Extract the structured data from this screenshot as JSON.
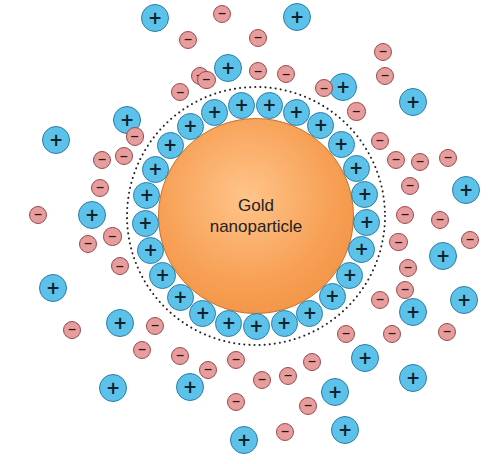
{
  "diagram": {
    "nodes": [
      {
        "text": [
          "Gold nanoparticle"
        ]
      },
      {
        "text": [
          "+"
        ]
      },
      {
        "text": [
          "+"
        ]
      },
      {
        "text": [
          "+"
        ]
      },
      {
        "text": [
          "+"
        ]
      },
      {
        "text": [
          "+"
        ]
      },
      {
        "text": [
          "+"
        ]
      },
      {
        "text": [
          "+"
        ]
      },
      {
        "text": [
          "+"
        ]
      },
      {
        "text": [
          "+"
        ]
      },
      {
        "text": [
          "+"
        ]
      },
      {
        "text": [
          "+"
        ]
      },
      {
        "text": [
          "+"
        ]
      },
      {
        "text": [
          "+"
        ]
      },
      {
        "text": [
          "+"
        ]
      },
      {
        "text": [
          "+"
        ]
      },
      {
        "text": [
          "+"
        ]
      },
      {
        "text": [
          "+"
        ]
      },
      {
        "text": [
          "+"
        ]
      },
      {
        "text": [
          "+"
        ]
      },
      {
        "text": [
          "+"
        ]
      },
      {
        "text": [
          "+"
        ]
      },
      {
        "text": [
          "+"
        ]
      },
      {
        "text": [
          "+"
        ]
      },
      {
        "text": [
          "+"
        ]
      },
      {
        "text": [
          "+"
        ]
      },
      {
        "text": [
          "+"
        ]
      },
      {
        "text": [
          "+"
        ]
      },
      {
        "text": [
          "+"
        ]
      },
      {
        "text": [
          "+"
        ]
      },
      {
        "text": [
          "+"
        ]
      },
      {
        "text": [
          "+"
        ]
      },
      {
        "text": [
          "+"
        ]
      },
      {
        "text": [
          "+"
        ]
      },
      {
        "text": [
          "+"
        ]
      },
      {
        "text": [
          "+"
        ]
      },
      {
        "text": [
          "+"
        ]
      },
      {
        "text": [
          "+"
        ]
      },
      {
        "text": [
          "+"
        ]
      },
      {
        "text": [
          "+"
        ]
      },
      {
        "text": [
          "+"
        ]
      },
      {
        "text": [
          "+"
        ]
      },
      {
        "text": [
          "+"
        ]
      },
      {
        "text": [
          "+"
        ]
      },
      {
        "text": [
          "+"
        ]
      },
      {
        "text": [
          "+"
        ]
      },
      {
        "text": [
          "+"
        ]
      },
      {
        "text": [
          "−"
        ]
      },
      {
        "text": [
          "−"
        ]
      },
      {
        "text": [
          "−"
        ]
      },
      {
        "text": [
          "−"
        ]
      },
      {
        "text": [
          "−"
        ]
      },
      {
        "text": [
          "−"
        ]
      },
      {
        "text": [
          "−"
        ]
      },
      {
        "text": [
          "−"
        ]
      },
      {
        "text": [
          "−"
        ]
      },
      {
        "text": [
          "−"
        ]
      },
      {
        "text": [
          "−"
        ]
      },
      {
        "text": [
          "−"
        ]
      },
      {
        "text": [
          "−"
        ]
      },
      {
        "text": [
          "−"
        ]
      },
      {
        "text": [
          "−"
        ]
      },
      {
        "text": [
          "−"
        ]
      },
      {
        "text": [
          "−"
        ]
      },
      {
        "text": [
          "−"
        ]
      },
      {
        "text": [
          "−"
        ]
      },
      {
        "text": [
          "−"
        ]
      },
      {
        "text": [
          "−"
        ]
      },
      {
        "text": [
          "−"
        ]
      },
      {
        "text": [
          "−"
        ]
      },
      {
        "text": [
          "−"
        ]
      },
      {
        "text": [
          "−"
        ]
      },
      {
        "text": [
          "−"
        ]
      },
      {
        "text": [
          "−"
        ]
      },
      {
        "text": [
          "−"
        ]
      },
      {
        "text": [
          "−"
        ]
      },
      {
        "text": [
          "−"
        ]
      },
      {
        "text": [
          "−"
        ]
      },
      {
        "text": [
          "−"
        ]
      },
      {
        "text": [
          "−"
        ]
      },
      {
        "text": [
          "−"
        ]
      },
      {
        "text": [
          "−"
        ]
      },
      {
        "text": [
          "−"
        ]
      },
      {
        "text": [
          "−"
        ]
      },
      {
        "text": [
          "−"
        ]
      },
      {
        "text": [
          "−"
        ]
      },
      {
        "text": [
          "−"
        ]
      },
      {
        "text": [
          "−"
        ]
      },
      {
        "text": [
          "−"
        ]
      },
      {
        "text": [
          "−"
        ]
      },
      {
        "text": [
          "−"
        ]
      },
      {
        "text": [
          "−"
        ]
      },
      {
        "text": [
          "−"
        ]
      },
      {
        "text": [
          "−"
        ]
      }
    ]
  }
}
